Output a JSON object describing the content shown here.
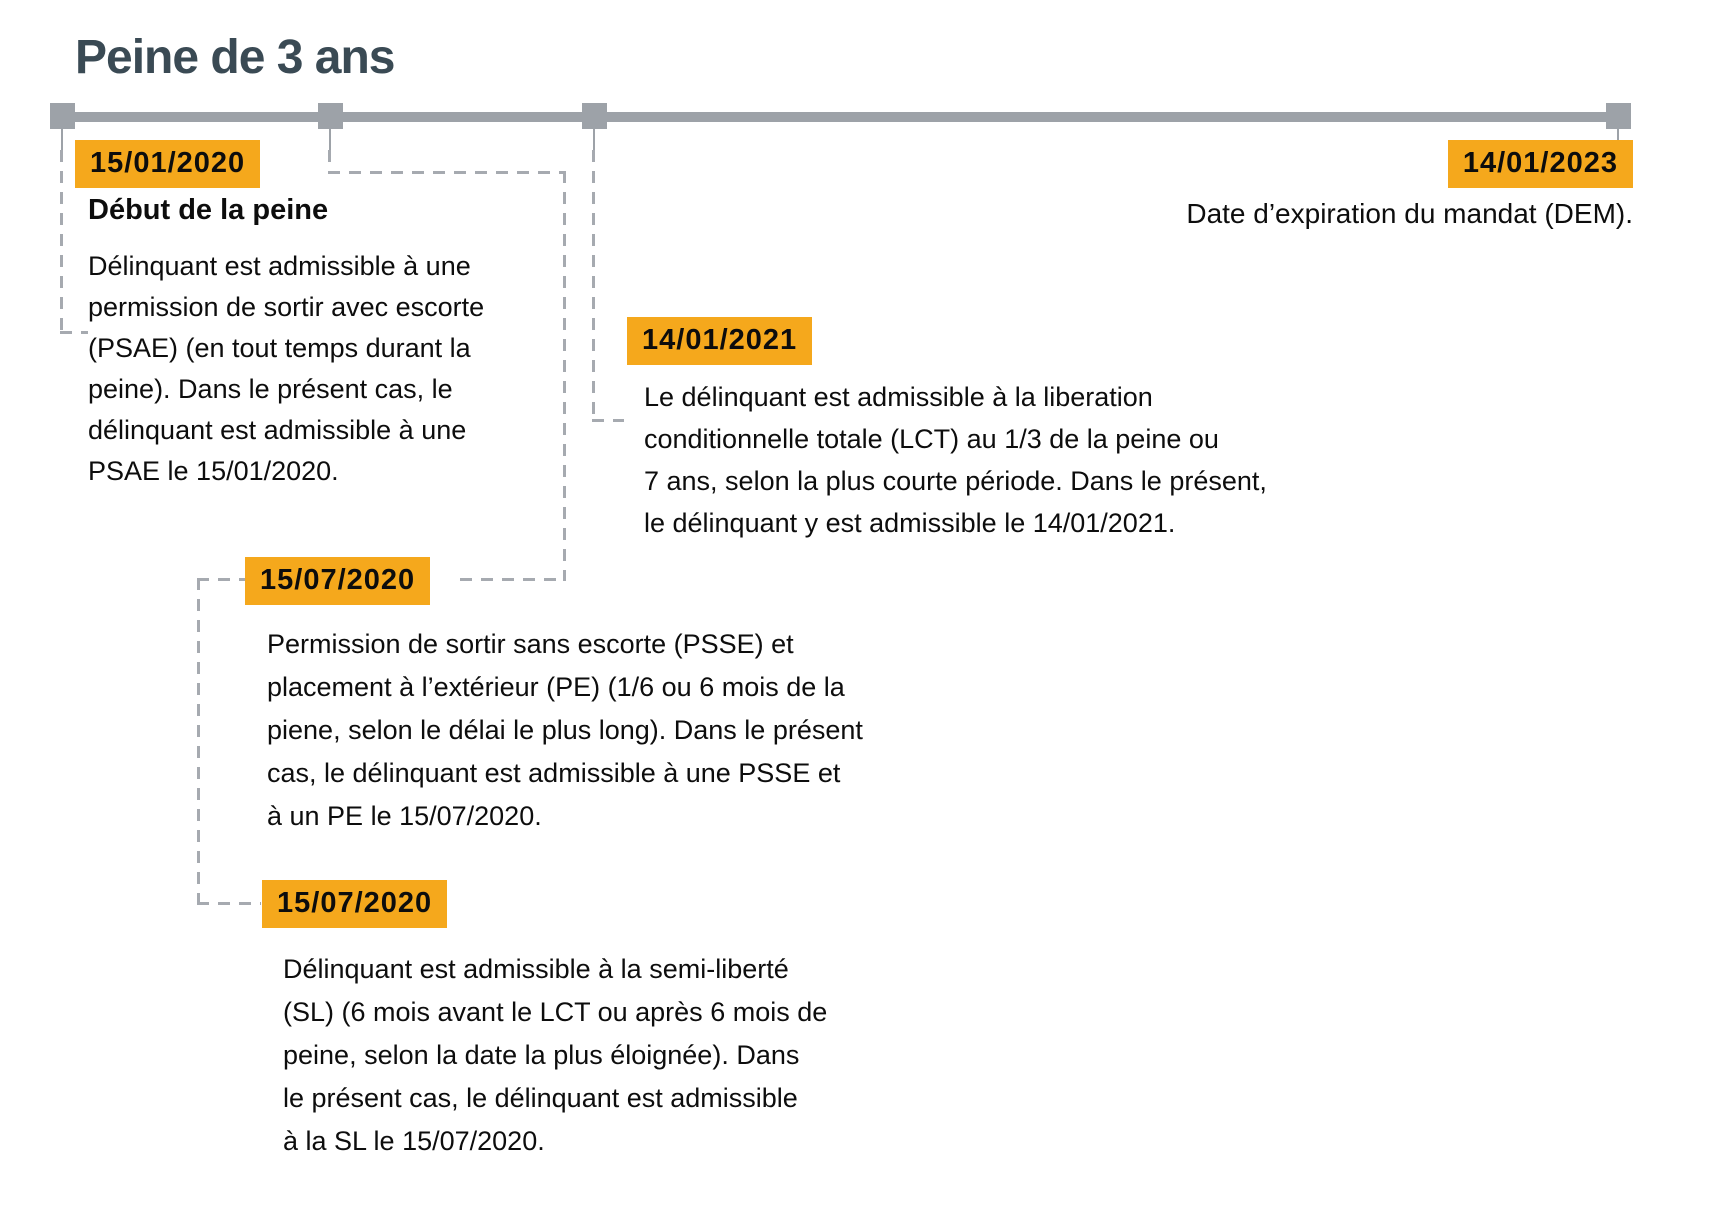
{
  "title": "Peine de 3 ans",
  "colors": {
    "accent": "#F5A81C",
    "title": "#3A4A54",
    "timeline": "#9DA2A8",
    "dash": "#A6AAB0",
    "text": "#0D0D0D"
  },
  "events": {
    "start": {
      "date": "15/01/2020",
      "heading": "Début de la peine",
      "lines": [
        "Délinquant est admissible à une",
        "permission de sortir avec escorte",
        "(PSAE) (en tout temps durant la",
        "peine). Dans le présent cas, le",
        "délinquant est admissible à une",
        "PSAE le 15/01/2020."
      ]
    },
    "lct": {
      "date": "14/01/2021",
      "lines": [
        "Le délinquant est admissible à la liberation",
        "conditionnelle totale (LCT) au 1/3 de la peine ou",
        "7 ans, selon la plus courte période. Dans le présent,",
        "le délinquant y est admissible le 14/01/2021."
      ]
    },
    "psse": {
      "date": "15/07/2020",
      "lines": [
        "Permission de sortir sans escorte (PSSE) et",
        "placement à l’extérieur (PE) (1/6 ou 6 mois de la",
        "piene, selon le délai le plus long). Dans le présent",
        "cas, le délinquant est admissible à une PSSE et",
        "à un PE le 15/07/2020."
      ]
    },
    "sl": {
      "date": "15/07/2020",
      "lines": [
        "Délinquant est admissible à la semi-liberté",
        "(SL) (6 mois avant le LCT ou après 6 mois de",
        "peine, selon la date la plus éloignée). Dans",
        "le présent cas, le délinquant est admissible",
        "à la SL le 15/07/2020."
      ]
    },
    "dem": {
      "date": "14/01/2023",
      "caption": "Date d’expiration du mandat (DEM)."
    }
  }
}
